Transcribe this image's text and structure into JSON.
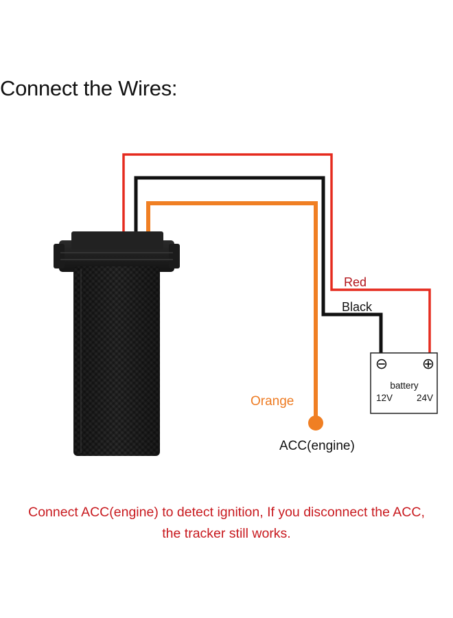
{
  "heading": "Connect the Wires:",
  "wires": {
    "red": {
      "label": "Red",
      "color": "#e52b1f",
      "label_color": "#b2141a"
    },
    "black": {
      "label": "Black",
      "color": "#111111",
      "label_color": "#111111"
    },
    "orange": {
      "label": "Orange",
      "color": "#f07f23",
      "label_color": "#ee7b22"
    }
  },
  "battery": {
    "name": "battery",
    "voltage_left": "12V",
    "voltage_right": "24V",
    "negative_symbol": "⊖",
    "positive_symbol": "⊕"
  },
  "acc_label": "ACC(engine)",
  "note": {
    "line1": "Connect ACC(engine) to detect ignition, If you disconnect the ACC,",
    "line2": "the tracker still works.",
    "color": "#c8191e"
  }
}
